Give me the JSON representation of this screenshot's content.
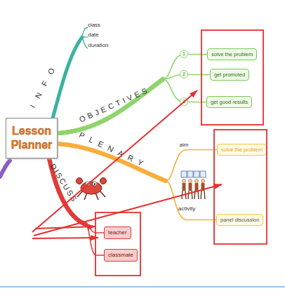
{
  "diagram": {
    "nodes": [
      {
        "text": [
          "Lesson Planner"
        ]
      },
      {
        "text": [
          "solve the problem"
        ]
      },
      {
        "text": [
          "get promoted"
        ]
      },
      {
        "text": [
          "get good results"
        ]
      },
      {
        "text": [
          "solve the problem"
        ]
      },
      {
        "text": [
          "panel discussion"
        ]
      },
      {
        "text": [
          "teacher"
        ]
      },
      {
        "text": [
          "classmate"
        ]
      }
    ],
    "edges": [
      {
        "from": 0,
        "to": 1,
        "arrow": "none"
      },
      {
        "from": 0,
        "to": 2,
        "arrow": "none"
      },
      {
        "from": 0,
        "to": 3,
        "arrow": "none"
      },
      {
        "from": 0,
        "to": 4,
        "arrow": "none"
      },
      {
        "from": 0,
        "to": 5,
        "arrow": "none"
      },
      {
        "from": 0,
        "to": 6,
        "arrow": "none"
      },
      {
        "from": 0,
        "to": 7,
        "arrow": "none"
      }
    ],
    "labels": [
      "INFO",
      "class",
      "date",
      "duration",
      "OBJECTIVES",
      "1",
      "2",
      "3",
      "PLENARY",
      "aim",
      "activity",
      "DISCUSS"
    ]
  }
}
